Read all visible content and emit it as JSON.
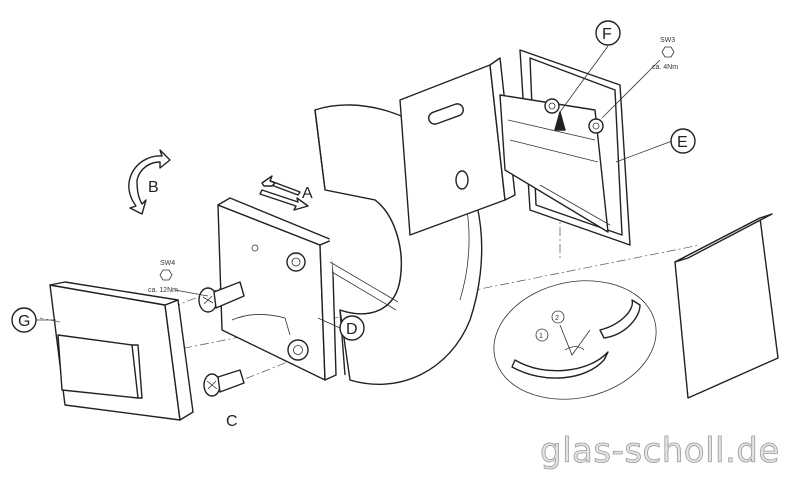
{
  "labels": {
    "a": "A",
    "b": "B",
    "c": "C",
    "d": "D",
    "e": "E",
    "f": "F",
    "g": "G"
  },
  "torque_notes": {
    "upper_wrench": "SW3",
    "upper_torque": "ca. 4Nm",
    "lower_wrench": "SW4",
    "lower_torque": "ca. 12Nm"
  },
  "watermark": "glas-scholl.de",
  "adjust_markers": {
    "marker_1": "1",
    "marker_2": "2"
  }
}
